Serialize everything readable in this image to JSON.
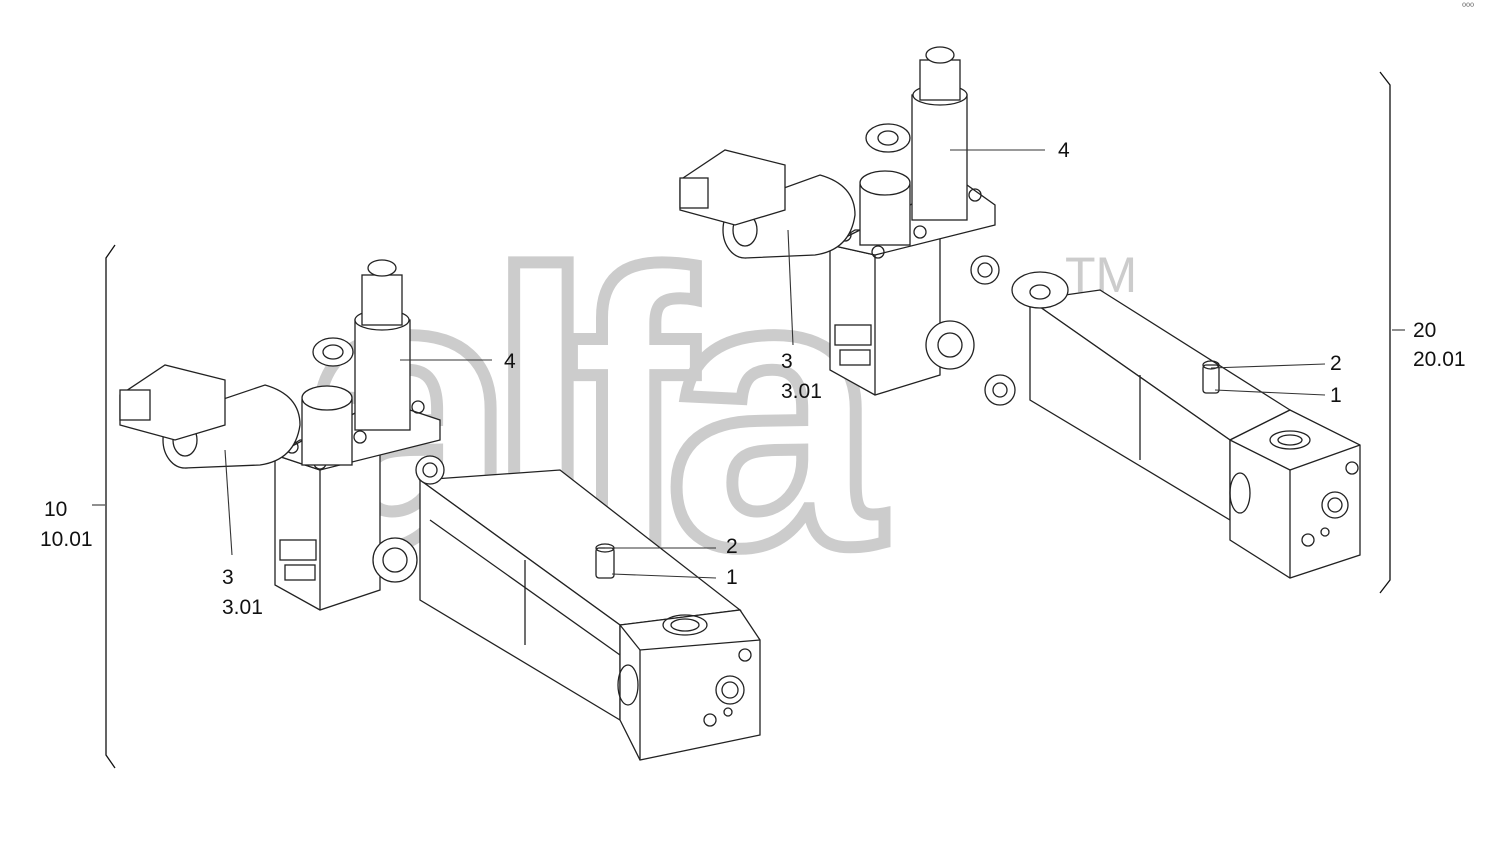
{
  "watermark": {
    "text": "alfa",
    "trademark": "TM",
    "color": "#c8c8c8"
  },
  "corner_mark": "⁰⁰⁰",
  "assemblies": [
    {
      "group_label": "10",
      "group_sub": "10.01",
      "callouts": [
        {
          "label": "4"
        },
        {
          "label": "3",
          "sub": "3.01"
        },
        {
          "label": "2"
        },
        {
          "label": "1"
        }
      ]
    },
    {
      "group_label": "20",
      "group_sub": "20.01",
      "callouts": [
        {
          "label": "4"
        },
        {
          "label": "3",
          "sub": "3.01"
        },
        {
          "label": "2"
        },
        {
          "label": "1"
        }
      ]
    }
  ]
}
